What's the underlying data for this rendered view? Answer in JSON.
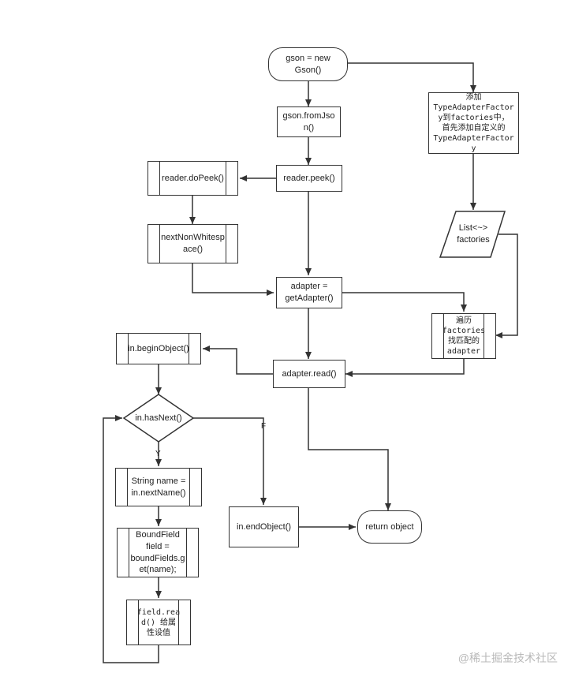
{
  "nodes": {
    "start": "gson = new\nGson()",
    "add_factory": "添加\nTypeAdapterFactor\ny到factories中，\n首先添加自定义的\nTypeAdapterFactor\ny",
    "from_json": "gson.fromJso\nn()",
    "reader_do_peek": "reader.doPeek()",
    "reader_peek": "reader.peek()",
    "factories_list": "List<~>\nfactories",
    "next_non_whitespace": "nextNonWhitesp\nace()",
    "get_adapter": "adapter =\ngetAdapter()",
    "traverse_factories": "遍历\nfactories\n找匹配的\nadapter",
    "begin_object": "in.beginObject()",
    "adapter_read": "adapter.read()",
    "has_next": "in.hasNext()",
    "next_name": "String name =\nin.nextName()",
    "end_object": "in.endObject()",
    "return_object": "return object",
    "bound_field": "BoundField\nfield =\nboundFields.g\net(name);",
    "field_read": "field.rea\nd() 给属\n性设值"
  },
  "edge_labels": {
    "yes": "Y",
    "no": "F"
  },
  "watermark": "@稀土掘金技术社区"
}
